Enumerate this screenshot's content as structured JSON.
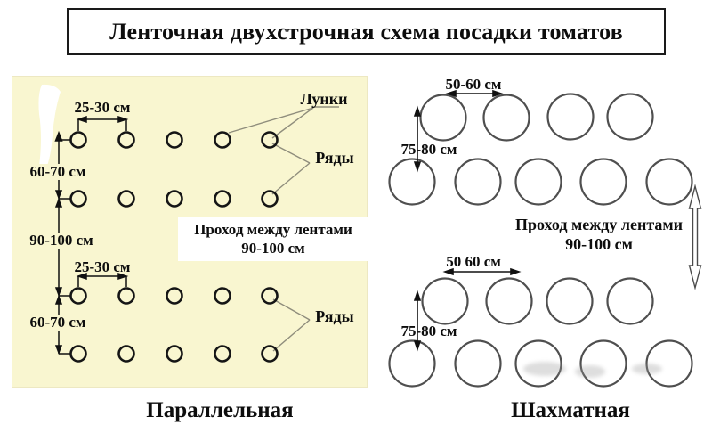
{
  "title": "Ленточная двухстрочная схема посадки томатов",
  "left_scheme": {
    "caption": "Параллельная",
    "hole_spacing_top": "25-30 см",
    "row_spacing_top": "60-70 см",
    "band_spacing": "90-100 см",
    "hole_spacing_bottom": "25-30 см",
    "row_spacing_bottom": "60-70 см",
    "holes_label": "Лунки",
    "rows_label_top": "Ряды",
    "rows_label_bottom": "Ряды",
    "aisle_label_line1": "Проход между лентами",
    "aisle_label_line2": "90-100 см"
  },
  "right_scheme": {
    "caption": "Шахматная",
    "hole_spacing_top": "50-60 см",
    "row_spacing_top": "75-80 см",
    "hole_spacing_bottom": "50 60 см",
    "row_spacing_bottom": "75-80 см",
    "aisle_label_line1": "Проход между лентами",
    "aisle_label_line2": "90-100 см"
  },
  "colors": {
    "page_bg": "#FFFFFF",
    "left_panel_bg": "#F9F6D0",
    "left_circle_stroke": "#151515",
    "right_circle_stroke": "#4F4F4F",
    "dimension_line": "#111111",
    "pointer_line": "#8F8D7C",
    "text": "#0D0D0D"
  }
}
